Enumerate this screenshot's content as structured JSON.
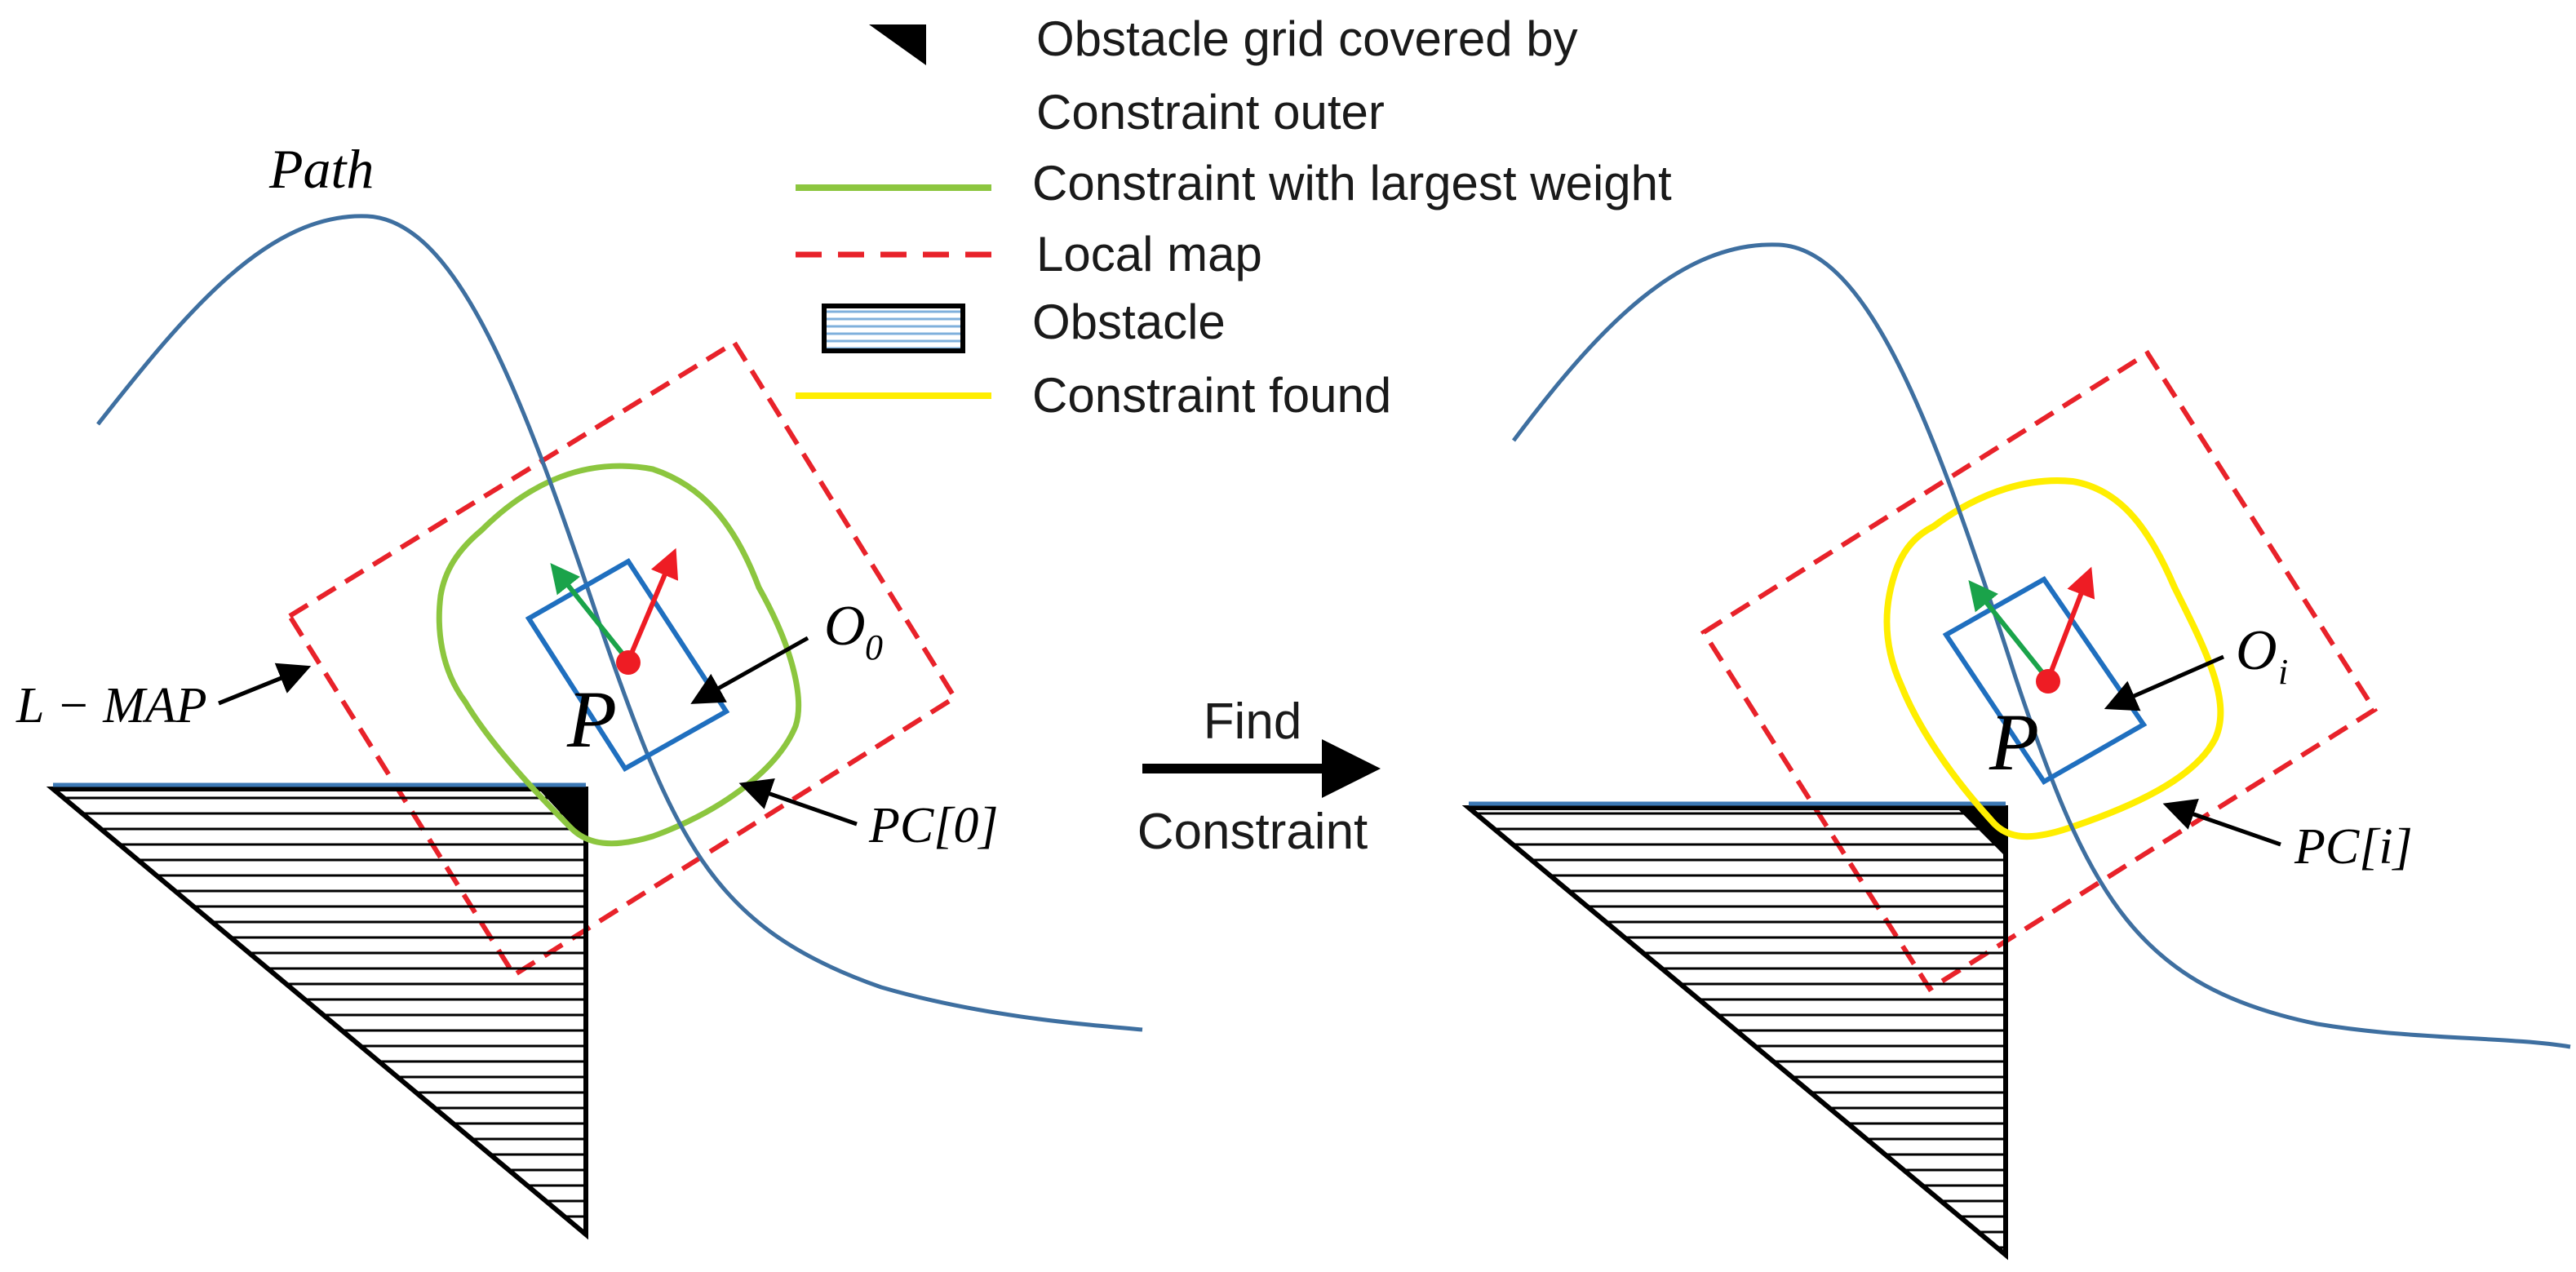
{
  "legend": {
    "obstacle_grid_line1": "Obstacle grid covered by",
    "obstacle_grid_line2": "Constraint outer",
    "largest_weight": "Constraint with largest weight",
    "local_map": "Local map",
    "obstacle": "Obstacle",
    "constraint_found": "Constraint found"
  },
  "left_panel": {
    "path_label": "Path",
    "lmap_label": "L − MAP",
    "point_label": "P",
    "origin_label": "O",
    "origin_subscript": "0",
    "constraint_label": "PC[0]"
  },
  "middle": {
    "action_line1": "Find",
    "action_line2": "Constraint"
  },
  "right_panel": {
    "point_label": "P",
    "origin_label": "O",
    "origin_subscript": "i",
    "constraint_label": "PC[i]"
  },
  "colors": {
    "path": "#3e6fa0",
    "local_map": "#e8222a",
    "largest_weight": "#8cc63f",
    "constraint_found": "#ffee00",
    "robot_box": "#1f6fbf",
    "green_arrow": "#1aa34a",
    "red_arrow": "#ee1c24",
    "obstacle_line": "#000000",
    "obstacle_blue": "#3c78b4"
  }
}
